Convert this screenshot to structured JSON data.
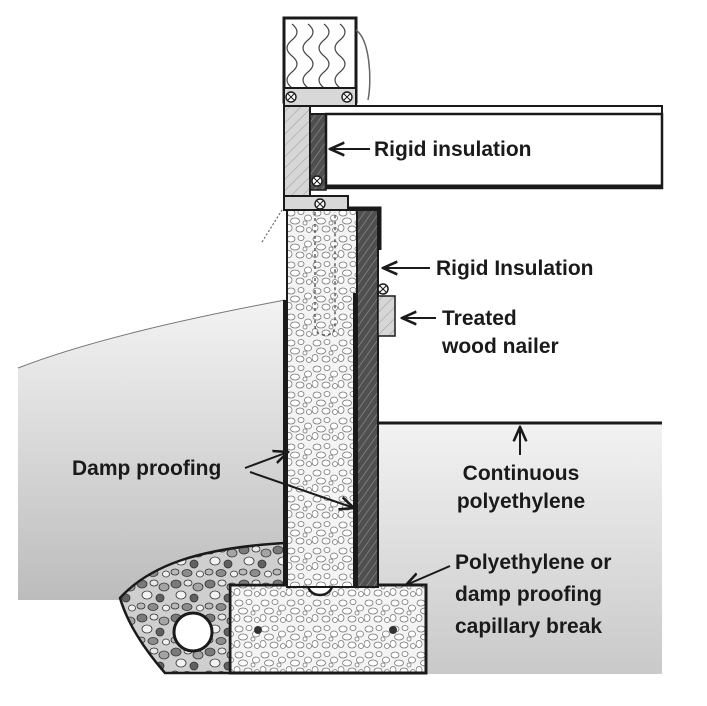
{
  "labels": {
    "rigid_insulation_top": "Rigid insulation",
    "rigid_insulation_side": "Rigid Insulation",
    "treated_wood_nailer_1": "Treated",
    "treated_wood_nailer_2": "wood nailer",
    "damp_proofing": "Damp proofing",
    "continuous_poly_1": "Continuous",
    "continuous_poly_2": "polyethylene",
    "capillary_break_1": "Polyethylene or",
    "capillary_break_2": "damp proofing",
    "capillary_break_3": "capillary break"
  },
  "colors": {
    "ink": "#1a1a1a",
    "soil_light": "#eeeeee",
    "soil_dark": "#bdbdbd",
    "concrete": "#f0f0f0",
    "insulation_board": "#555555",
    "wood": "#d9d9d9"
  }
}
